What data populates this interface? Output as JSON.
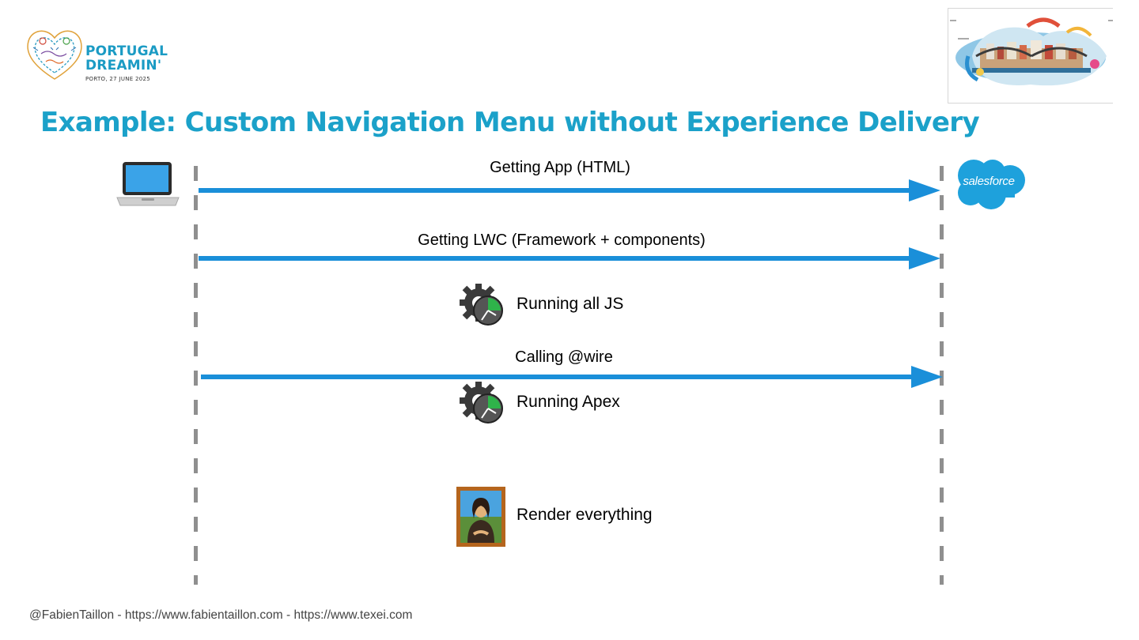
{
  "slide": {
    "title": "Example: Custom Navigation Menu without Experience Delivery",
    "footer": "@FabienTaillon - https://www.fabientaillon.com - https://www.texei.com"
  },
  "logo": {
    "line1": "PORTUGAL",
    "line2": "DREAMIN'",
    "subtitle": "PORTO, 27 JUNE 2025"
  },
  "participants": {
    "client_icon": "laptop-icon",
    "server_logo_text": "salesforce",
    "server_color": "#1ea1dc"
  },
  "messages": [
    {
      "label": "Getting App (HTML)"
    },
    {
      "label": "Getting LWC (Framework + components)"
    },
    {
      "label": "Calling @wire"
    }
  ],
  "steps": [
    {
      "label": "Running all JS",
      "icon": "gear-clock-icon"
    },
    {
      "label": "Running Apex",
      "icon": "gear-clock-icon"
    },
    {
      "label": "Render everything",
      "icon": "mona-lisa-painting-icon"
    }
  ],
  "colors": {
    "title": "#1ba1c9",
    "arrow": "#1a8fd9",
    "lifeline": "#8f8f8f"
  }
}
